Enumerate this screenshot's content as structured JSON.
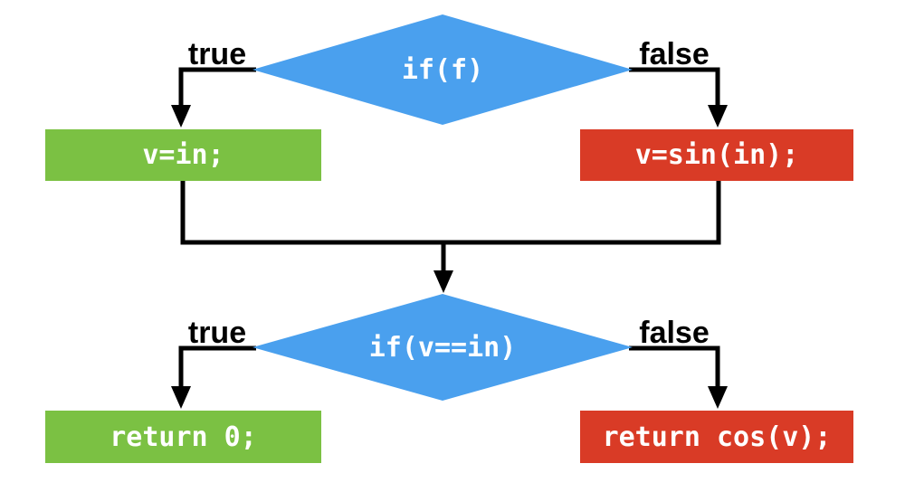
{
  "colors": {
    "decision_fill": "#4AA0EE",
    "true_branch_fill": "#7BC143",
    "false_branch_fill": "#D93B26",
    "shape_text": "#FFFFFF",
    "connector": "#000000",
    "branch_label_text": "#000000",
    "background": "#FFFFFF"
  },
  "flowchart": {
    "decision1": {
      "label": "if(f)",
      "true_label": "true",
      "false_label": "false"
    },
    "process1_true": {
      "label": "v=in;"
    },
    "process1_false": {
      "label": "v=sin(in);"
    },
    "decision2": {
      "label": "if(v==in)",
      "true_label": "true",
      "false_label": "false"
    },
    "process2_true": {
      "label": "return 0;"
    },
    "process2_false": {
      "label": "return cos(v);"
    }
  }
}
